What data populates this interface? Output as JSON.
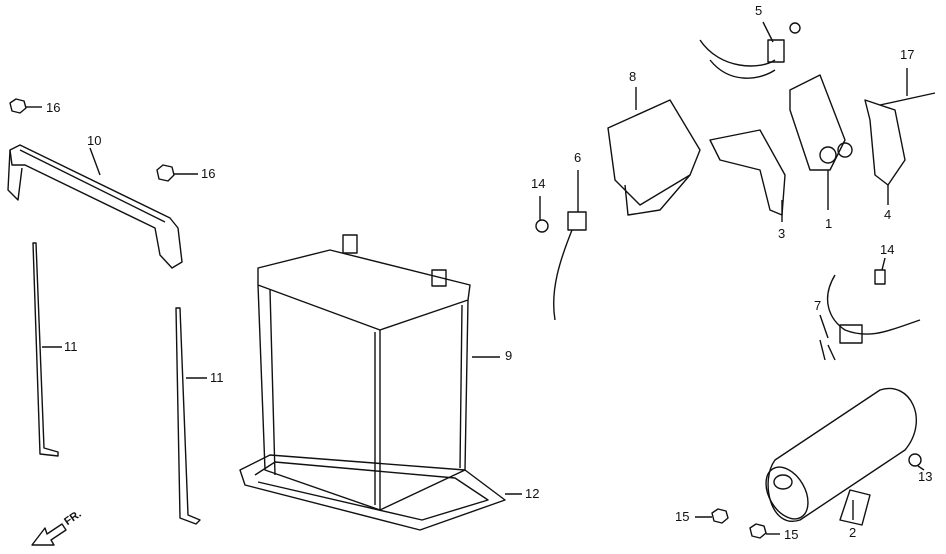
{
  "diagram": {
    "callouts": [
      {
        "id": "nut-top-left",
        "label": "16"
      },
      {
        "id": "battery-bracket",
        "label": "10"
      },
      {
        "id": "nut-mid",
        "label": "16"
      },
      {
        "id": "rod-left",
        "label": "11"
      },
      {
        "id": "rod-right",
        "label": "11"
      },
      {
        "id": "battery",
        "label": "9"
      },
      {
        "id": "battery-tray",
        "label": "12"
      },
      {
        "id": "control-unit",
        "label": "8"
      },
      {
        "id": "connector-6",
        "label": "6"
      },
      {
        "id": "screw-14a",
        "label": "14"
      },
      {
        "id": "wire-5",
        "label": "5"
      },
      {
        "id": "bolt-17",
        "label": "17"
      },
      {
        "id": "bracket-3",
        "label": "3"
      },
      {
        "id": "coil-1",
        "label": "1"
      },
      {
        "id": "bracket-4",
        "label": "4"
      },
      {
        "id": "screw-14b",
        "label": "14"
      },
      {
        "id": "harness-7",
        "label": "7"
      },
      {
        "id": "ignition-coil-2",
        "label": "2"
      },
      {
        "id": "screw-13",
        "label": "13"
      },
      {
        "id": "nut-15a",
        "label": "15"
      },
      {
        "id": "nut-15b",
        "label": "15"
      }
    ],
    "direction_marker": "FR."
  }
}
